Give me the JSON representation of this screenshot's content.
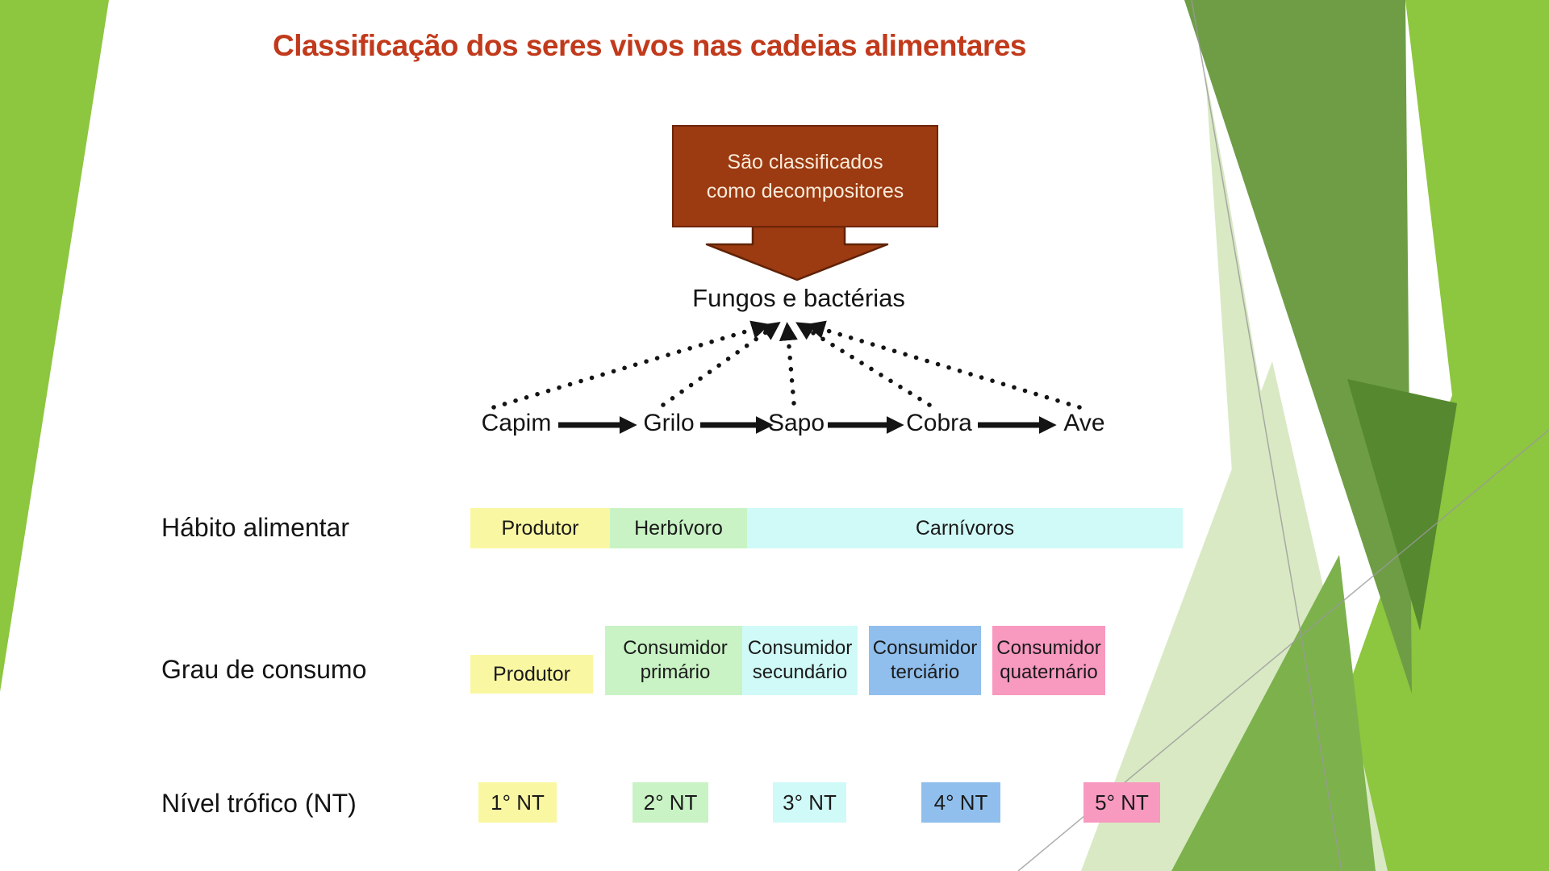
{
  "slide": {
    "title": "Classificação dos seres vivos nas cadeias alimentares",
    "callout": {
      "line1": "São classificados",
      "line2": "como decompositores"
    },
    "decomposers_label": "Fungos e bactérias",
    "food_chain": [
      "Capim",
      "Grilo",
      "Sapo",
      "Cobra",
      "Ave"
    ],
    "rows": [
      {
        "label": "Hábito alimentar",
        "boxes": [
          {
            "text": "Produtor",
            "color": "#FAF7A2"
          },
          {
            "text": "Herbívoro",
            "color": "#C9F3C5"
          },
          {
            "text": "Carnívoros",
            "color": "#D0FAF7"
          }
        ]
      },
      {
        "label": "Grau de consumo",
        "boxes": [
          {
            "text": "Produtor",
            "color": "#FAF7A2"
          },
          {
            "text": "Consumidor primário",
            "color": "#C9F3C5"
          },
          {
            "text": "Consumidor secundário",
            "color": "#D0FAF7"
          },
          {
            "text": "Consumidor terciário",
            "color": "#90BFED"
          },
          {
            "text": "Consumidor quaternário",
            "color": "#F899BF"
          }
        ]
      },
      {
        "label": "Nível trófico (NT)",
        "boxes": [
          {
            "text": "1° NT",
            "color": "#FAF7A2"
          },
          {
            "text": "2° NT",
            "color": "#C9F3C5"
          },
          {
            "text": "3° NT",
            "color": "#D0FAF7"
          },
          {
            "text": "4° NT",
            "color": "#90BFED"
          },
          {
            "text": "5° NT",
            "color": "#F899BF"
          }
        ]
      }
    ],
    "colors": {
      "title_text": "#C13A1B",
      "callout_fill": "#9C3A12",
      "callout_text": "#F7EBD9",
      "diagram_ink": "#141414",
      "decor_bright_green": "#8DC63F",
      "decor_olive_green": "#6E9D46",
      "decor_dark_green": "#55882F",
      "decor_mid_green": "#7CB14C",
      "decor_pale_green": "#D9E9C4"
    }
  }
}
